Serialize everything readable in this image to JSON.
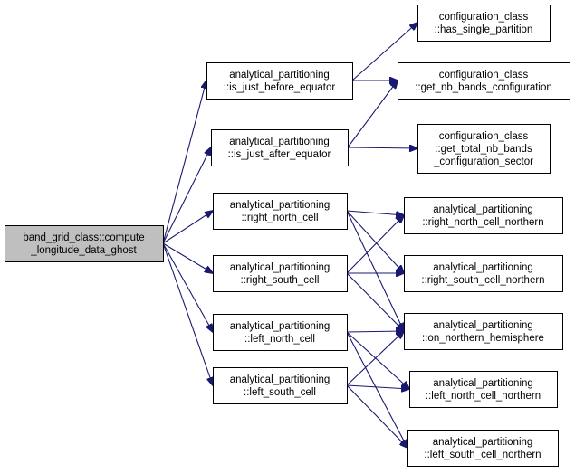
{
  "colors": {
    "edge": "#191970",
    "root_fill": "#bfbfbf",
    "node_fill": "#ffffff",
    "border": "#000000"
  },
  "nodes": [
    {
      "id": "root",
      "lines": [
        "band_grid_class::compute",
        "_longitude_data_ghost"
      ],
      "root": true
    },
    {
      "id": "ijbe",
      "lines": [
        "analytical_partitioning",
        "::is_just_before_equator"
      ]
    },
    {
      "id": "ijae",
      "lines": [
        "analytical_partitioning",
        "::is_just_after_equator"
      ]
    },
    {
      "id": "rnc",
      "lines": [
        "analytical_partitioning",
        "::right_north_cell"
      ]
    },
    {
      "id": "rsc",
      "lines": [
        "analytical_partitioning",
        "::right_south_cell"
      ]
    },
    {
      "id": "lnc",
      "lines": [
        "analytical_partitioning",
        "::left_north_cell"
      ]
    },
    {
      "id": "lsc",
      "lines": [
        "analytical_partitioning",
        "::left_south_cell"
      ]
    },
    {
      "id": "hsp",
      "lines": [
        "configuration_class",
        "::has_single_partition"
      ]
    },
    {
      "id": "gnb",
      "lines": [
        "configuration_class",
        "::get_nb_bands_configuration"
      ]
    },
    {
      "id": "gtnb",
      "lines": [
        "configuration_class",
        "::get_total_nb_bands",
        "_configuration_sector"
      ]
    },
    {
      "id": "rncn",
      "lines": [
        "analytical_partitioning",
        "::right_north_cell_northern"
      ]
    },
    {
      "id": "rscn",
      "lines": [
        "analytical_partitioning",
        "::right_south_cell_northern"
      ]
    },
    {
      "id": "onh",
      "lines": [
        "analytical_partitioning",
        "::on_northern_hemisphere"
      ]
    },
    {
      "id": "lncn",
      "lines": [
        "analytical_partitioning",
        "::left_north_cell_northern"
      ]
    },
    {
      "id": "lscn",
      "lines": [
        "analytical_partitioning",
        "::left_south_cell_northern"
      ]
    }
  ],
  "edges": [
    [
      "root",
      "ijbe"
    ],
    [
      "root",
      "ijae"
    ],
    [
      "root",
      "rnc"
    ],
    [
      "root",
      "rsc"
    ],
    [
      "root",
      "lnc"
    ],
    [
      "root",
      "lsc"
    ],
    [
      "ijbe",
      "hsp"
    ],
    [
      "ijbe",
      "gnb"
    ],
    [
      "ijae",
      "gnb"
    ],
    [
      "ijae",
      "gtnb"
    ],
    [
      "rnc",
      "rncn"
    ],
    [
      "rnc",
      "rscn"
    ],
    [
      "rnc",
      "onh"
    ],
    [
      "rsc",
      "rncn"
    ],
    [
      "rsc",
      "rscn"
    ],
    [
      "rsc",
      "onh"
    ],
    [
      "lnc",
      "onh"
    ],
    [
      "lnc",
      "lncn"
    ],
    [
      "lnc",
      "lscn"
    ],
    [
      "lsc",
      "onh"
    ],
    [
      "lsc",
      "lncn"
    ],
    [
      "lsc",
      "lscn"
    ]
  ]
}
